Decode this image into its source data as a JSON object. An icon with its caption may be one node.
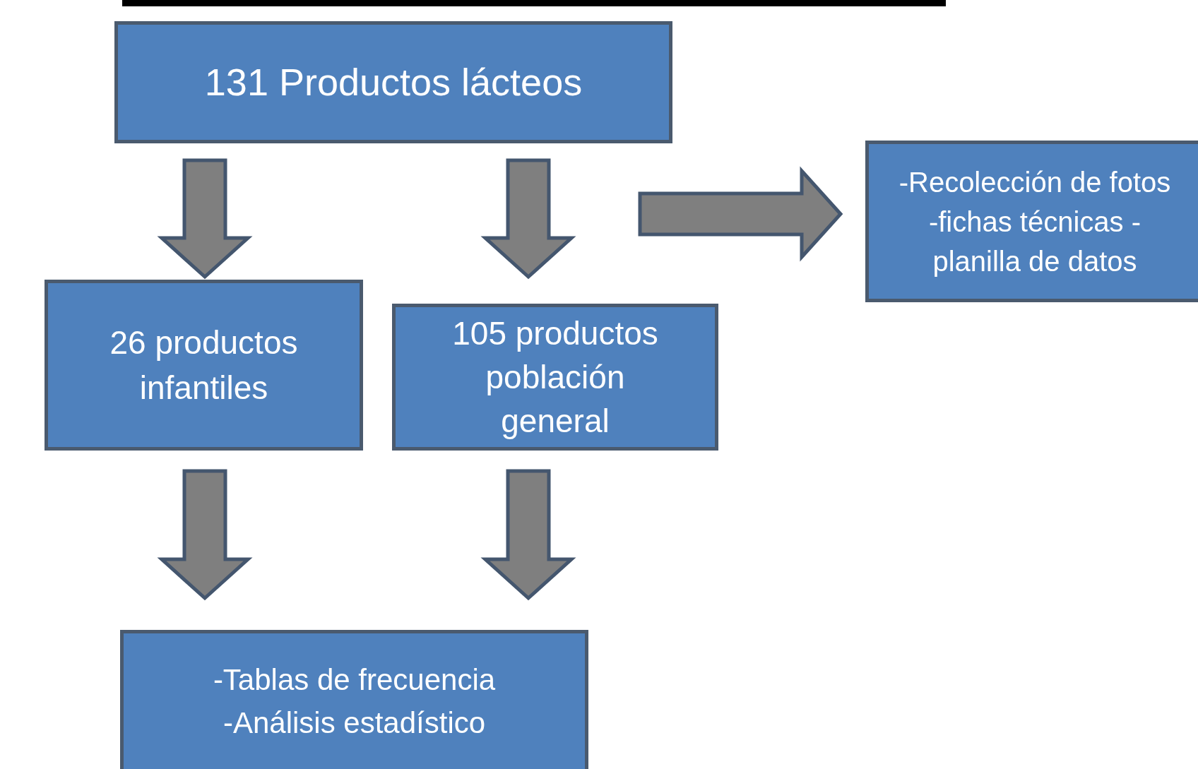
{
  "diagram": {
    "nodes": [
      {
        "text": [
          "131 Productos lácteos"
        ]
      },
      {
        "text": [
          "26 productos infantiles"
        ]
      },
      {
        "text": [
          "105 productos población general"
        ]
      },
      {
        "text": [
          "-Recolección de fotos -fichas técnicas -planilla de datos"
        ]
      },
      {
        "text": [
          "-Tablas de frecuencia -Análisis estadístico"
        ]
      }
    ],
    "edges": [
      {
        "from": 0,
        "to": 1,
        "arrow": "to"
      },
      {
        "from": 0,
        "to": 2,
        "arrow": "to"
      },
      {
        "from": 0,
        "to": 3,
        "arrow": "to"
      },
      {
        "from": 1,
        "to": 4,
        "arrow": "to"
      },
      {
        "from": 2,
        "to": 4,
        "arrow": "to"
      }
    ]
  }
}
